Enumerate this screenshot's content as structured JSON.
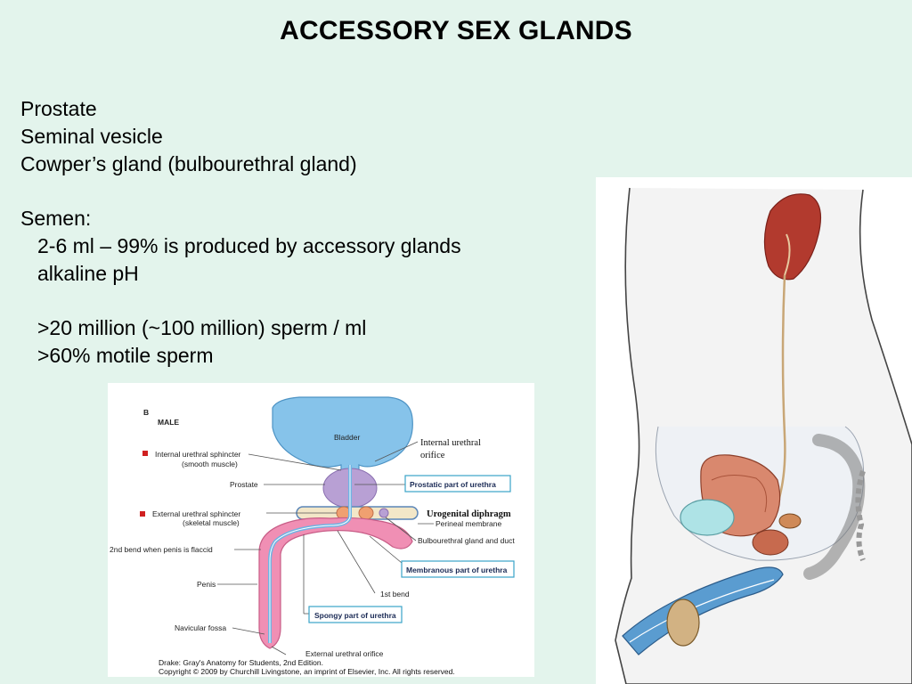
{
  "slide": {
    "title": "ACCESSORY SEX GLANDS",
    "glands": [
      "Prostate",
      "Seminal vesicle",
      "Cowper’s gland (bulbourethral gland)"
    ],
    "semen_heading": "Semen:",
    "semen_facts": [
      "2-6 ml – 99% is produced by accessory glands",
      "alkaline pH"
    ],
    "sperm_facts": [
      ">20 million (~100 million) sperm / ml",
      ">60% motile sperm"
    ]
  },
  "figure_left": {
    "panel_letter": "B",
    "panel_title": "MALE",
    "labels": {
      "bladder": "Bladder",
      "internal_orifice_1": "Internal urethral",
      "internal_orifice_2": "orifice",
      "internal_sphincter_1": "Internal urethral sphincter",
      "internal_sphincter_2": "(smooth muscle)",
      "prostate": "Prostate",
      "prostatic_part": "Prostatic part of urethra",
      "external_sphincter_1": "External urethral sphincter",
      "external_sphincter_2": "(skeletal muscle)",
      "urogenital_diaphragm": "Urogenital diphragm",
      "perineal_membrane": "Perineal membrane",
      "bulbourethral": "Bulbourethral gland and duct",
      "second_bend": "2nd bend when penis is flaccid",
      "membranous_part": "Membranous part of urethra",
      "penis": "Penis",
      "first_bend": "1st bend",
      "spongy_part": "Spongy part of urethra",
      "navicular_fossa": "Navicular fossa",
      "external_orifice": "External urethral orifice"
    },
    "caption_1": "Drake: Gray's Anatomy for Students, 2nd Edition.",
    "caption_2": "Copyright © 2009 by Churchill Livingstone, an imprint of Elsevier, Inc. All rights reserved."
  },
  "colors": {
    "background": "#e3f4ec",
    "bladder": "#86c3ea",
    "prostate": "#b8a0d4",
    "penis": "#f08fb4",
    "label_box": "#3aa3c8",
    "sphincter_marker": "#d02020"
  }
}
